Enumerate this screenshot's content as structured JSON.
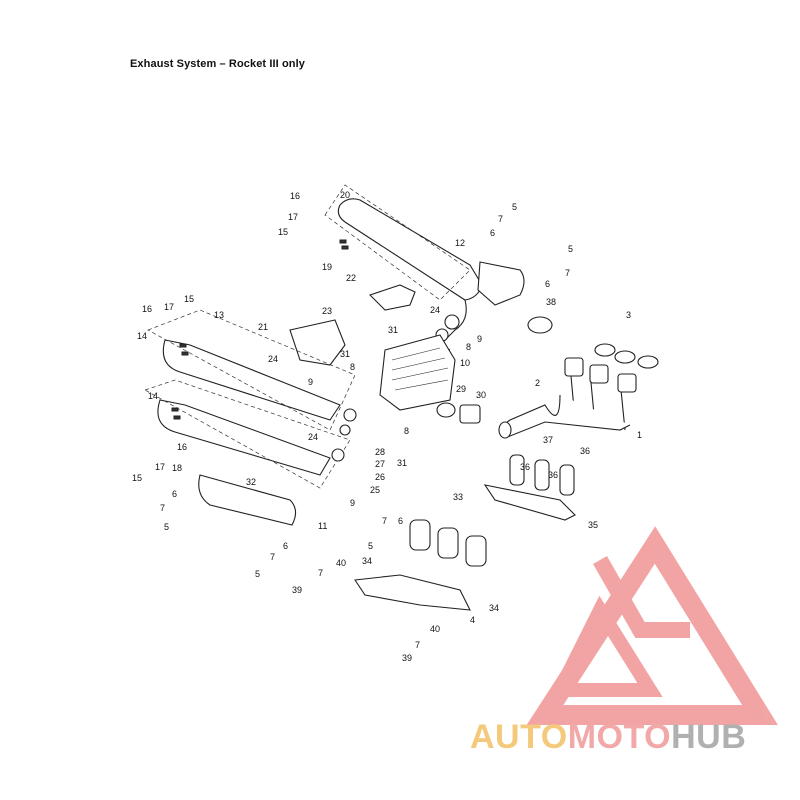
{
  "title": "Exhaust System – Rocket III only",
  "callouts": [
    "20",
    "16",
    "17",
    "15",
    "19",
    "5",
    "7",
    "6",
    "12",
    "5",
    "7",
    "6",
    "22",
    "23",
    "24",
    "38",
    "31",
    "9",
    "8",
    "10",
    "3",
    "21",
    "13",
    "16",
    "17",
    "15",
    "14",
    "24",
    "31",
    "8",
    "9",
    "29",
    "30",
    "2",
    "1",
    "14",
    "24",
    "28",
    "27",
    "26",
    "25",
    "9",
    "8",
    "31",
    "16",
    "15",
    "17",
    "18",
    "32",
    "37",
    "36",
    "36",
    "36",
    "6",
    "7",
    "5",
    "11",
    "33",
    "35",
    "7",
    "6",
    "5",
    "6",
    "7",
    "5",
    "34",
    "40",
    "7",
    "34",
    "39",
    "4",
    "40",
    "7",
    "39"
  ],
  "logo": {
    "part1": "AUTO",
    "part2": "MOTO",
    "part3": "HUB",
    "colors": {
      "gold": "#f5c97b",
      "pink": "#f2a8a8",
      "gray": "#b0b0b0"
    }
  }
}
